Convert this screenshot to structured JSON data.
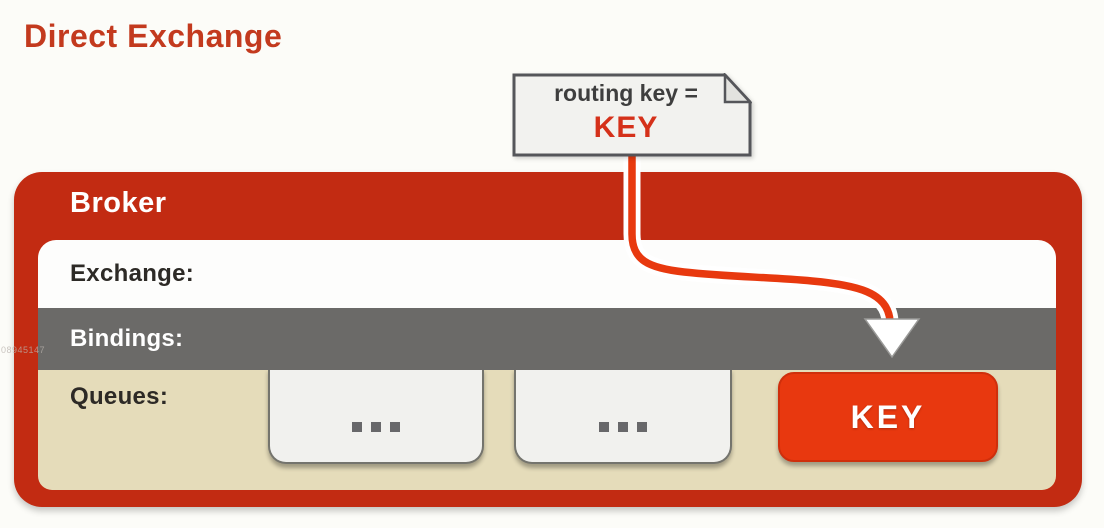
{
  "page": {
    "title": "Direct Exchange",
    "watermark": "08945147"
  },
  "note": {
    "line1": "routing key =",
    "line2": "KEY"
  },
  "broker": {
    "title": "Broker",
    "exchange_label": "Exchange:",
    "bindings_label": "Bindings:",
    "queues_label": "Queues:"
  },
  "queues": {
    "items": [
      {
        "label": "...",
        "highlight": false
      },
      {
        "label": "...",
        "highlight": false
      },
      {
        "label": "KEY",
        "highlight": true
      }
    ]
  },
  "icons": {
    "arrowhead": "triangle-down",
    "note_fold": "folded-corner"
  },
  "colors": {
    "title_red": "#c33a1e",
    "broker_red": "#c22b12",
    "accent_red": "#e8380f",
    "bindings_gray": "#6b6a68",
    "queues_tan": "#e5dcba",
    "note_bg": "#f2f2ef",
    "queue_box_bg": "#f1f1ee"
  }
}
